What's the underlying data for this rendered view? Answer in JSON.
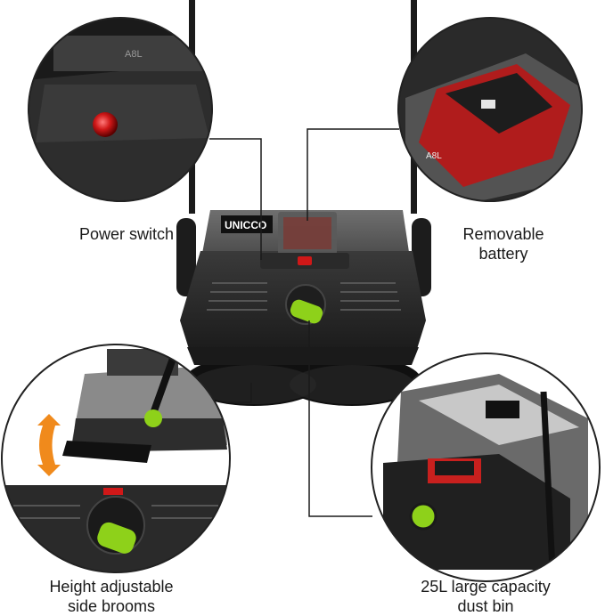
{
  "product": {
    "brand": "UNICCO",
    "battery_marking": "A8L"
  },
  "callouts": {
    "power_switch": {
      "lines": [
        "Power switch"
      ]
    },
    "removable_battery": {
      "lines": [
        "Removable",
        "battery"
      ]
    },
    "side_brooms": {
      "lines": [
        "Height adjustable",
        "side brooms"
      ]
    },
    "dust_bin": {
      "lines": [
        "25L large capacity",
        "dust bin"
      ]
    }
  },
  "colors": {
    "body": "#2b2b2b",
    "accent_green": "#8ed11a",
    "battery_red": "#c8201e",
    "arrow_orange": "#f08a1c",
    "outline": "#222222",
    "leader_line": "#1a1a1a"
  }
}
